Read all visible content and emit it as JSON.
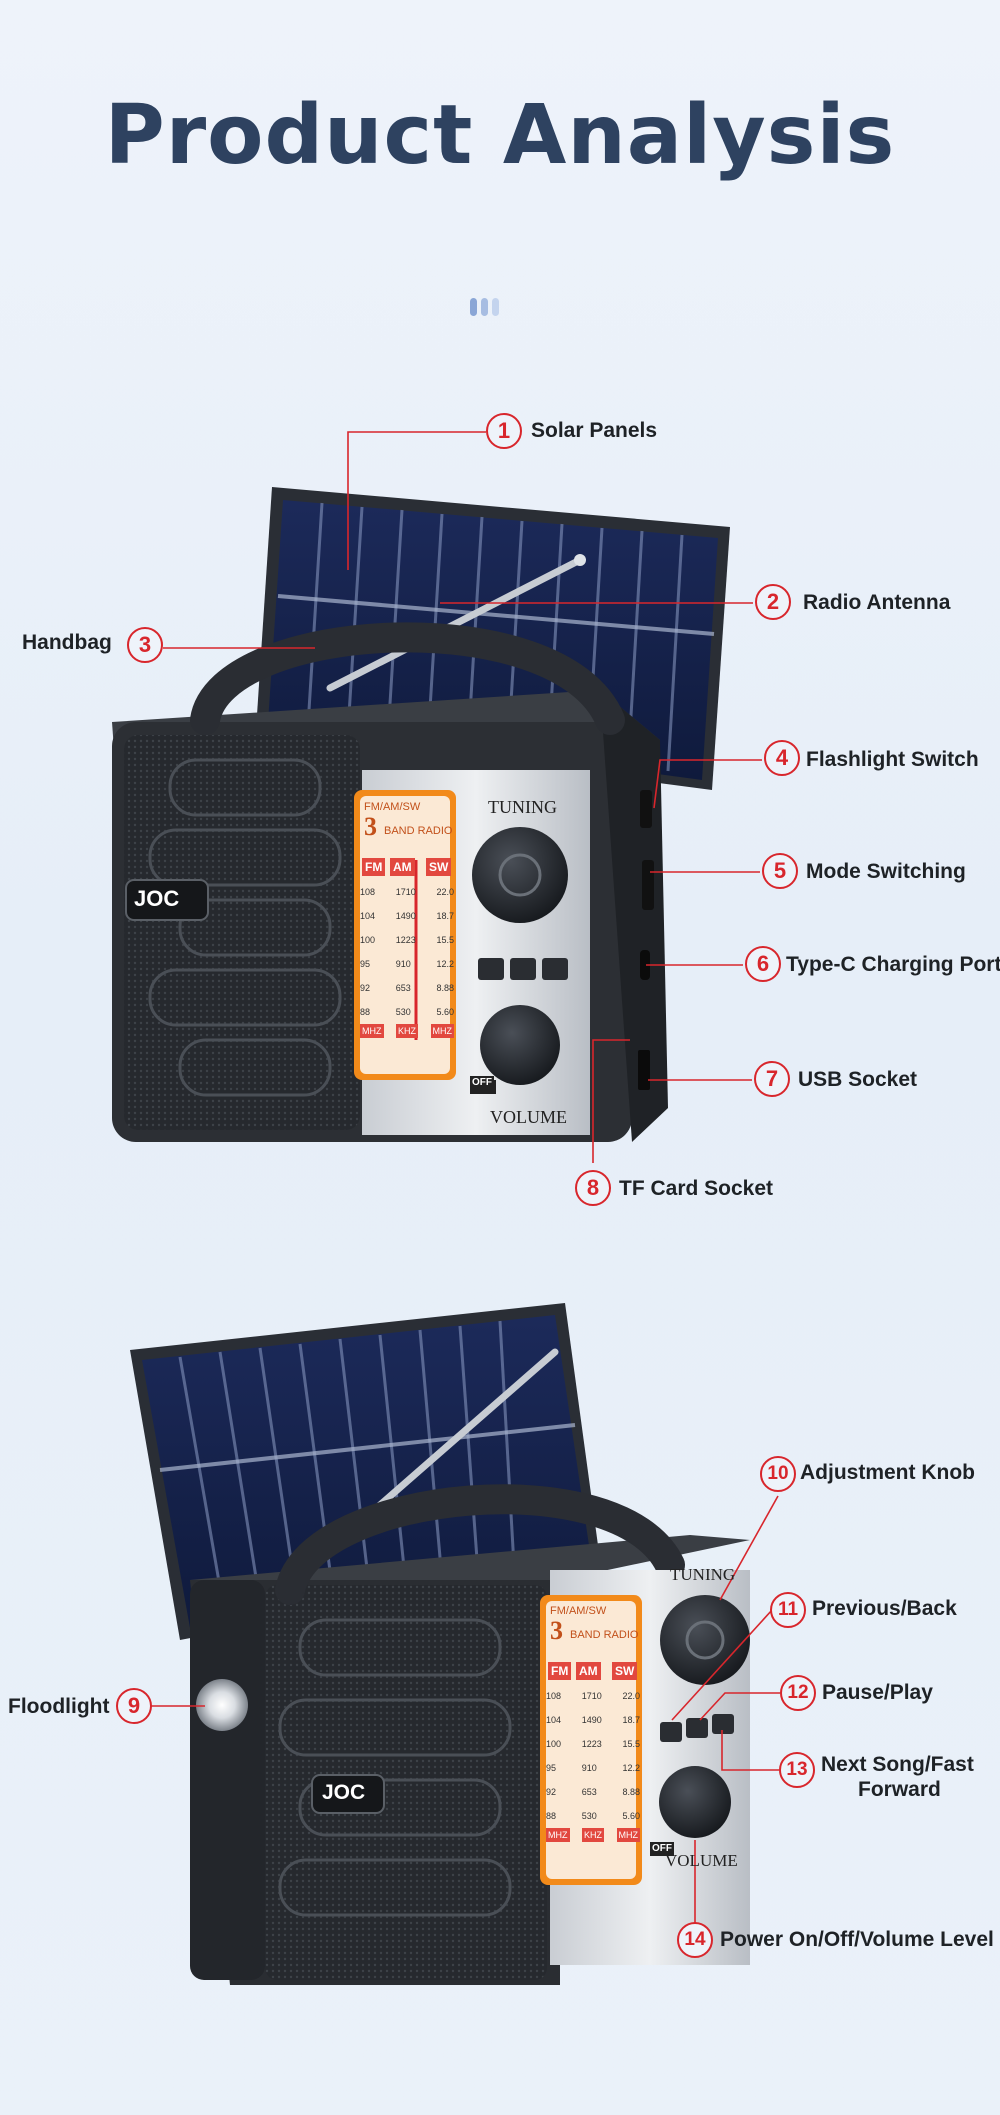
{
  "title": "Product Analysis",
  "colors": {
    "accent": "#d8262c",
    "title": "#2e4260",
    "dots": [
      "#8aa6d6",
      "#a7bde2",
      "#c4d4ee"
    ]
  },
  "radio": {
    "brand": "JOC",
    "tuning": "TUNING",
    "volume": "VOLUME",
    "off": "OFF",
    "dial_header": "FM/AM/SW",
    "dial_big": "3",
    "dial_band": "BAND RADIO",
    "bands": [
      "FM",
      "AM",
      "SW"
    ],
    "scale_fm": [
      "108",
      "104",
      "100",
      "95",
      "92",
      "88"
    ],
    "scale_am": [
      "1710",
      "1490",
      "1223",
      "910",
      "653",
      "530"
    ],
    "scale_sw": [
      "22.0",
      "18.7",
      "15.5",
      "12.2",
      "8.88",
      "5.60"
    ],
    "units": [
      "MHZ",
      "KHZ",
      "MHZ"
    ]
  },
  "callouts_top": [
    {
      "num": "1",
      "label": "Solar Panels"
    },
    {
      "num": "2",
      "label": "Radio Antenna"
    },
    {
      "num": "3",
      "label": "Handbag"
    },
    {
      "num": "4",
      "label": "Flashlight Switch"
    },
    {
      "num": "5",
      "label": "Mode Switching"
    },
    {
      "num": "6",
      "label": "Type-C Charging Port"
    },
    {
      "num": "7",
      "label": "USB Socket"
    },
    {
      "num": "8",
      "label": "TF Card Socket"
    }
  ],
  "callouts_bottom": [
    {
      "num": "9",
      "label": "Floodlight"
    },
    {
      "num": "10",
      "label": "Adjustment Knob"
    },
    {
      "num": "11",
      "label": "Previous/Back"
    },
    {
      "num": "12",
      "label": "Pause/Play"
    },
    {
      "num": "13",
      "label": "Next Song/Fast",
      "label2": "Forward"
    },
    {
      "num": "14",
      "label": "Power On/Off/Volume Level"
    }
  ]
}
